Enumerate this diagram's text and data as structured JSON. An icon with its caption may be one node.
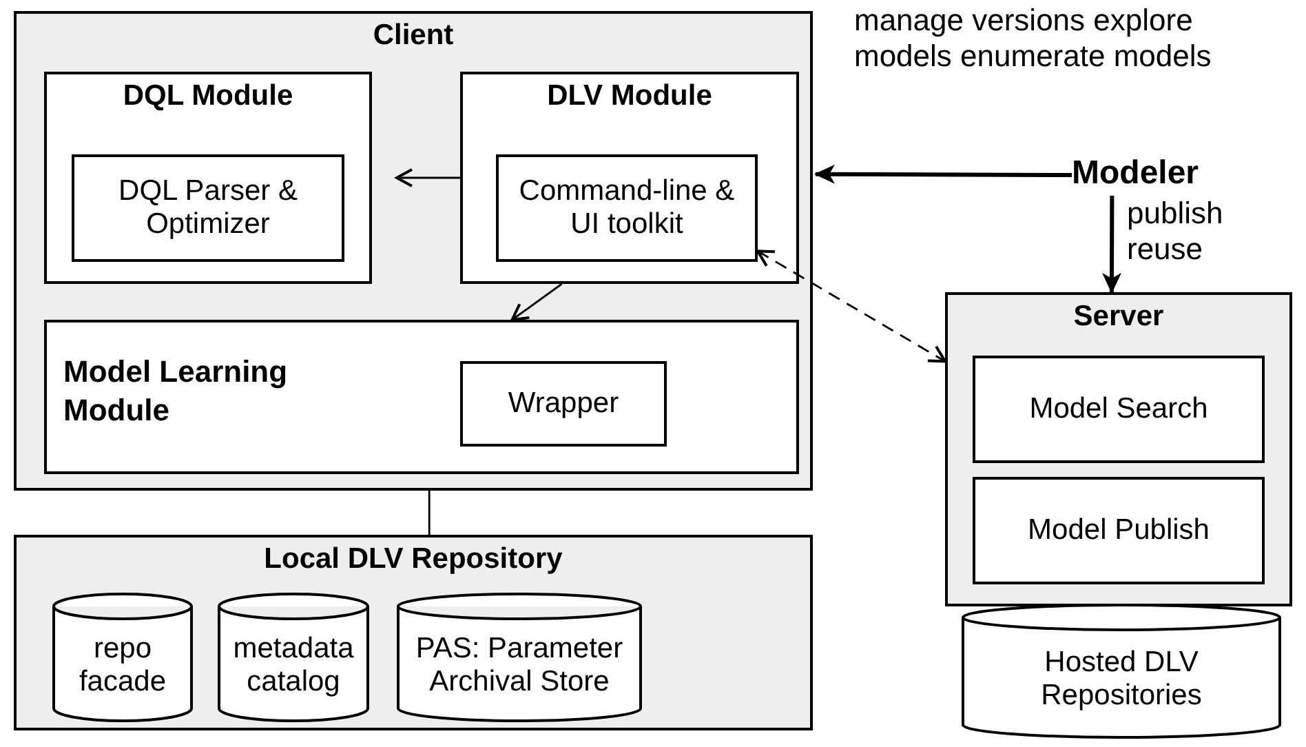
{
  "diagram": {
    "nodes": [
      {
        "text": [
          "Client"
        ]
      },
      {
        "text": [
          "DQL Module"
        ],
        "in": 0
      },
      {
        "text": [
          "DQL Parser & Optimizer"
        ],
        "in": 1
      },
      {
        "text": [
          "DLV Module"
        ],
        "in": 0
      },
      {
        "text": [
          "Command-line & UI toolkit"
        ],
        "in": 3
      },
      {
        "text": [
          "Model Learning Module"
        ],
        "in": 0
      },
      {
        "text": [
          "Wrapper"
        ],
        "in": 5
      },
      {
        "text": [
          "Local DLV Repository"
        ]
      },
      {
        "text": [
          "repo facade"
        ],
        "in": 7
      },
      {
        "text": [
          "metadata catalog"
        ],
        "in": 7
      },
      {
        "text": [
          "PAS: Parameter Archival Store"
        ],
        "in": 7
      },
      {
        "text": [
          "Modeler"
        ]
      },
      {
        "text": [
          "Server"
        ]
      },
      {
        "text": [
          "Model Search"
        ],
        "in": 12
      },
      {
        "text": [
          "Model Publish"
        ],
        "in": 12
      },
      {
        "text": [
          "Hosted DLV Repositories"
        ]
      }
    ],
    "edges": [
      {
        "from": 3,
        "to": 1,
        "arrow": "to"
      },
      {
        "from": 3,
        "to": 5,
        "arrow": "to"
      },
      {
        "from": 4,
        "to": 12,
        "arrow": "both",
        "style": "dashed"
      },
      {
        "from": 11,
        "to": 0,
        "arrow": "to",
        "label": "manage versions explore models enumerate models",
        "style": "thick"
      },
      {
        "from": 11,
        "to": 12,
        "arrow": "to",
        "label": "publish reuse",
        "style": "thick"
      },
      {
        "from": 0,
        "to": 7,
        "arrow": "none"
      }
    ]
  }
}
